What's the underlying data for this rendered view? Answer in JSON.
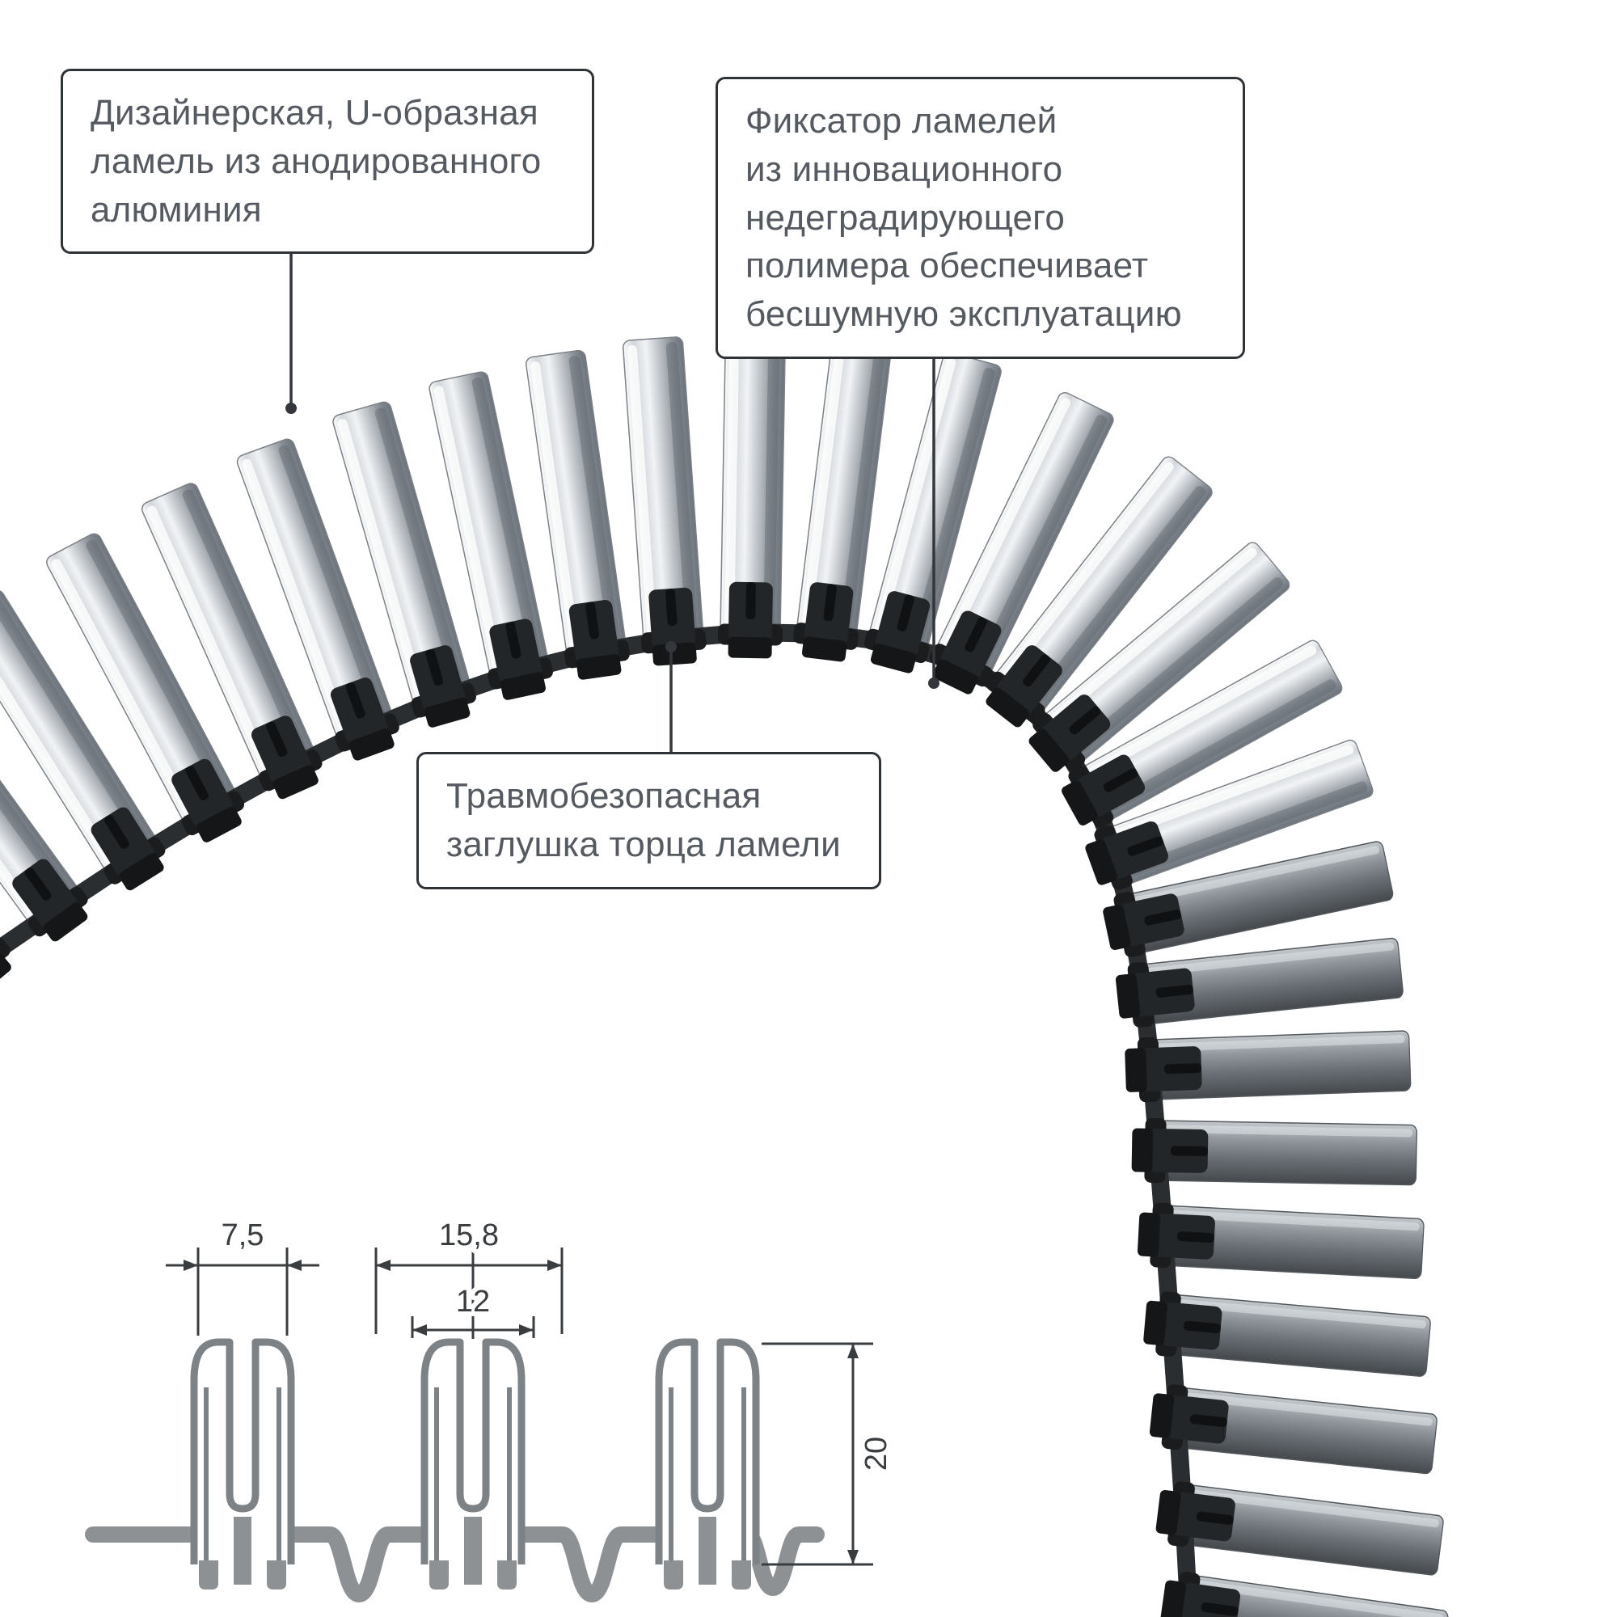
{
  "callouts": {
    "lamella": {
      "lines": [
        "Дизайнерская, U-образная",
        "ламель из анодированного",
        "алюминия"
      ]
    },
    "fixator": {
      "lines": [
        "Фиксатор ламелей",
        "из инновационного",
        "недеградирующего",
        "полимера обеспечивает",
        "бесшумную эксплуатацию"
      ]
    },
    "endcap": {
      "lines": [
        "Травмобезопасная",
        "заглушка торца ламели"
      ]
    }
  },
  "dimensions": {
    "slot_width": "7,5",
    "outer_width": "15,8",
    "inner_width": "12",
    "height": "20"
  },
  "colors": {
    "outline": "#3a3d40",
    "callout_border": "#2f3337",
    "callout_text": "#555a60",
    "band": "#2b2e31",
    "clip": "#232629",
    "drawing_gray": "#8d9194",
    "metal_light": "#f1f3f5",
    "metal_dark": "#6d737a"
  }
}
